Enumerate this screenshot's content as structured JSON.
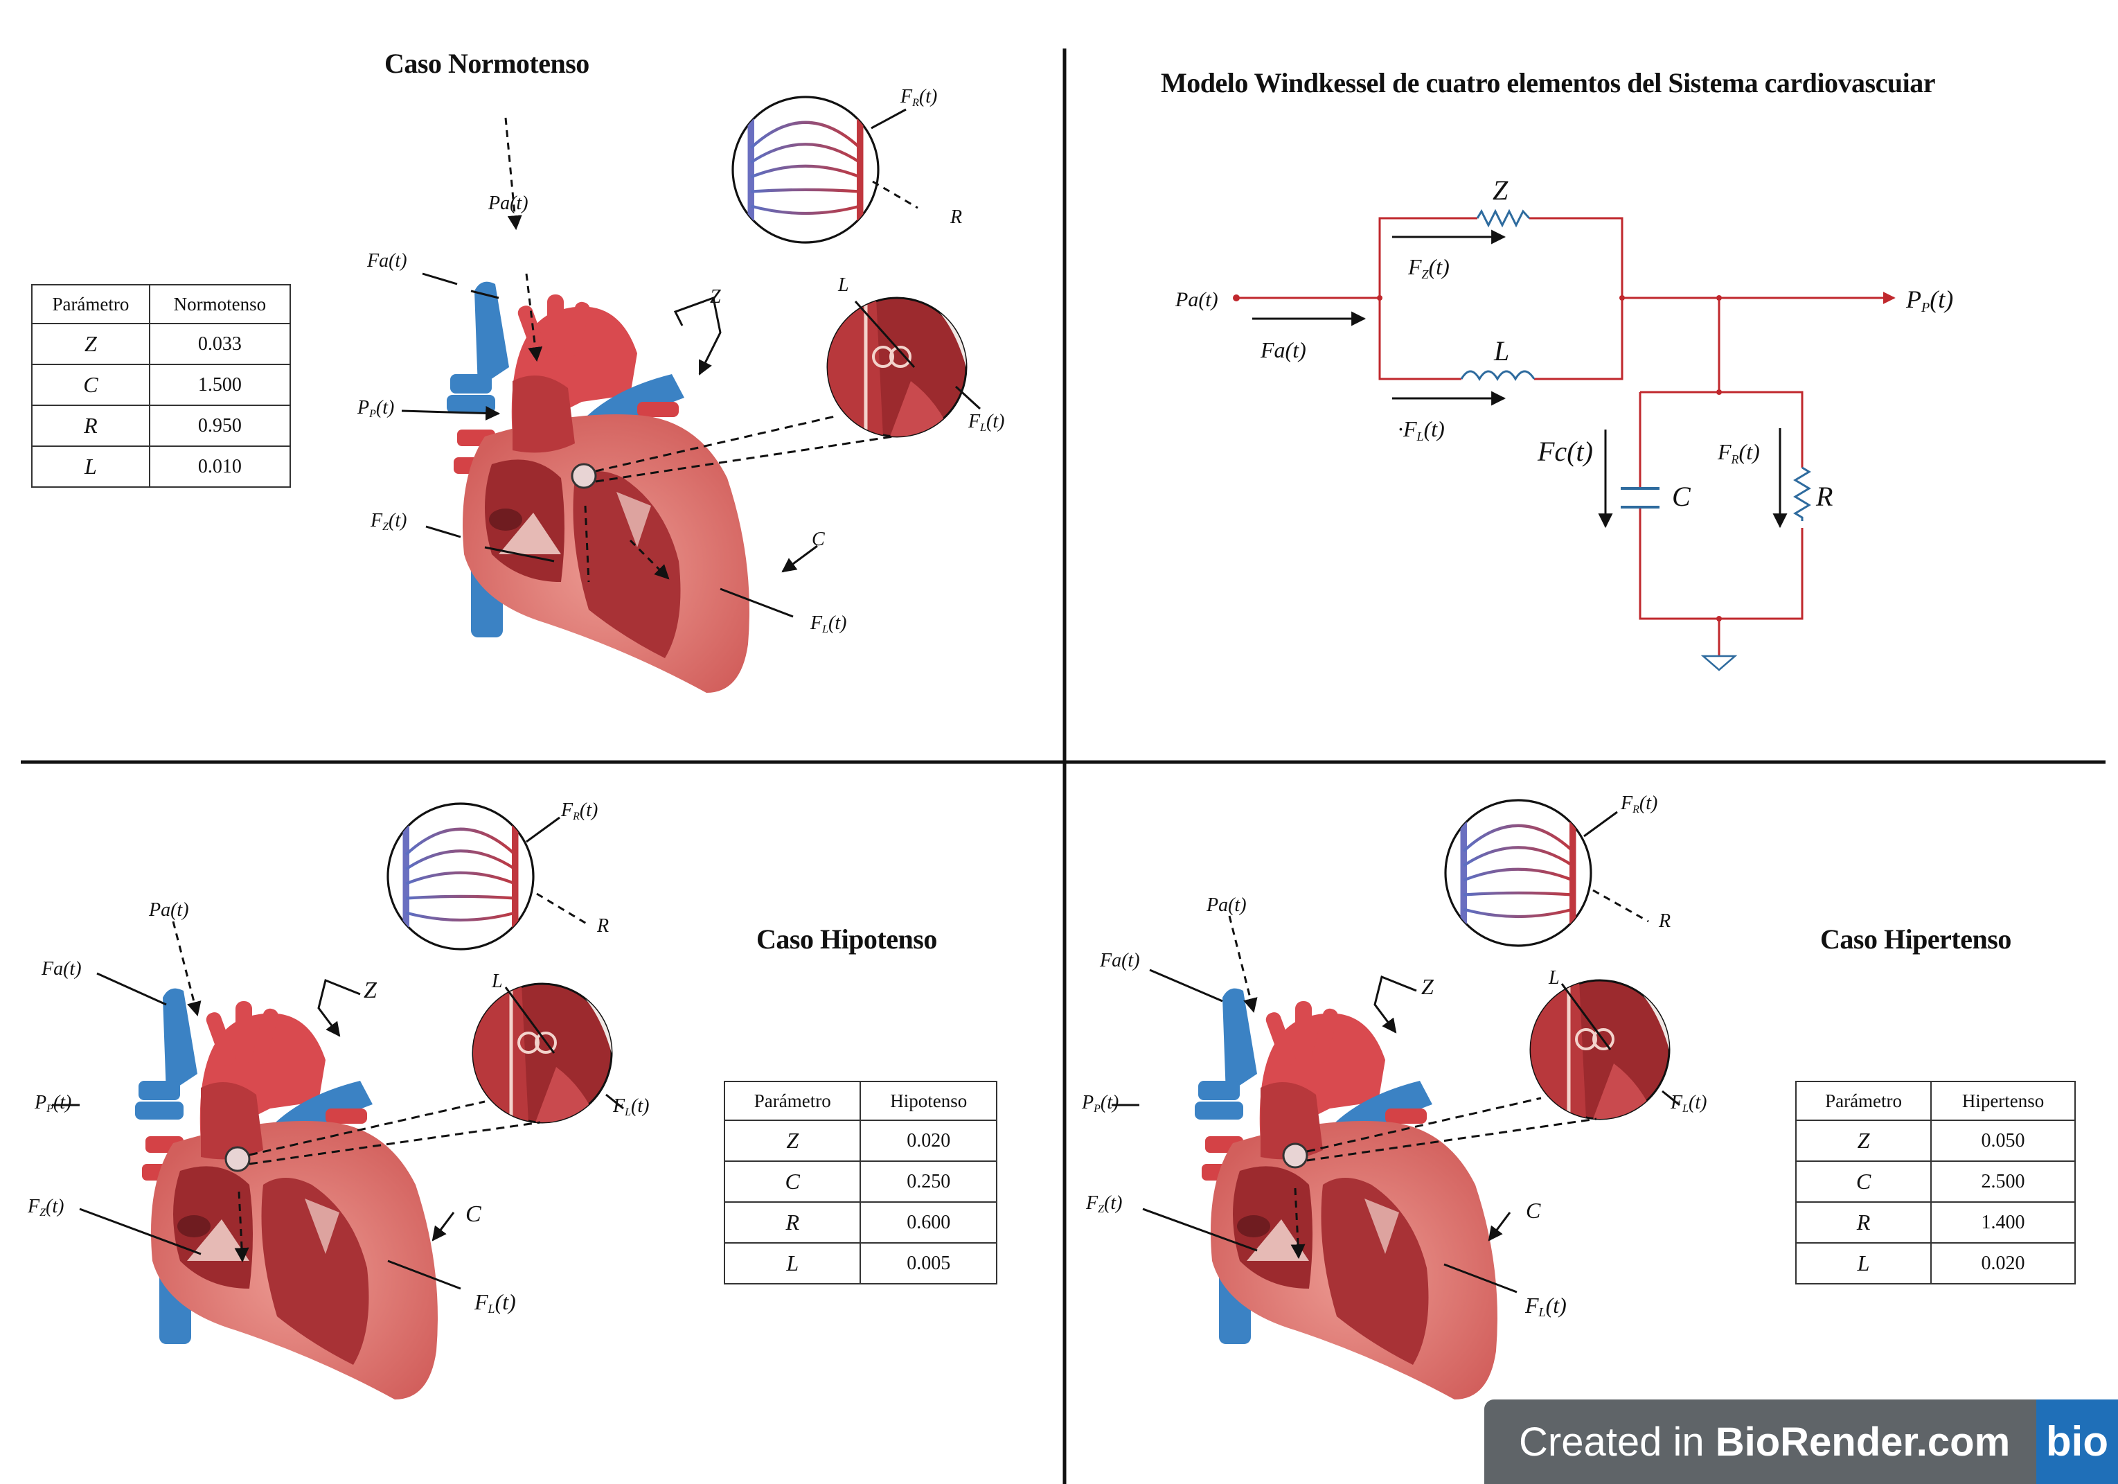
{
  "panels": {
    "normo": {
      "title": "Caso Normotenso",
      "table": {
        "header": [
          "Parámetro",
          "Normotenso"
        ],
        "rows": [
          {
            "symbol": "Z",
            "value": "0.033"
          },
          {
            "symbol": "C",
            "value": "1.500"
          },
          {
            "symbol": "R",
            "value": "0.950"
          },
          {
            "symbol": "L",
            "value": "0.010"
          }
        ]
      }
    },
    "circuit": {
      "title": "Modelo Windkessel de cuatro elementos del Sistema cardiovascuiar"
    },
    "hipo": {
      "title": "Caso Hipotenso",
      "table": {
        "header": [
          "Parámetro",
          "Hipotenso"
        ],
        "rows": [
          {
            "symbol": "Z",
            "value": "0.020"
          },
          {
            "symbol": "C",
            "value": "0.250"
          },
          {
            "symbol": "R",
            "value": "0.600"
          },
          {
            "symbol": "L",
            "value": "0.005"
          }
        ]
      }
    },
    "hiper": {
      "title": "Caso Hipertenso",
      "table": {
        "header": [
          "Parámetro",
          "Hipertenso"
        ],
        "rows": [
          {
            "symbol": "Z",
            "value": "0.050"
          },
          {
            "symbol": "C",
            "value": "2.500"
          },
          {
            "symbol": "R",
            "value": "1.400"
          },
          {
            "symbol": "L",
            "value": "0.020"
          }
        ]
      }
    }
  },
  "heart_labels": {
    "pa": "Pa(t)",
    "fa": "Fa(t)",
    "pp": "P",
    "pp_sub": "P",
    "pp_tail": "(t)",
    "fz": "F",
    "fz_sub": "Z",
    "fl": "F",
    "fl_sub": "L",
    "fr": "F",
    "fr_sub": "R",
    "t": "(t)",
    "z": "Z",
    "c": "C",
    "r": "R",
    "l": "L"
  },
  "circuit_labels": {
    "pa": "Pa(t)",
    "fa": "Fa(t)",
    "z": "Z",
    "l": "L",
    "fz": "F",
    "fz_sub": "Z",
    "fl_prefix": "·F",
    "fl_sub": "L",
    "t": "(t)",
    "fc": "Fc(t)",
    "fr": "F",
    "fr_sub": "R",
    "c": "C",
    "r": "R",
    "pp": "P",
    "pp_sub": "P",
    "pp_tail": "(t)"
  },
  "colors": {
    "wire": "#c0282d",
    "resistor": "#2e6b9e",
    "aorta_red": "#d94a4f",
    "vein_blue": "#3b82c4",
    "myocardium": "#e07e77",
    "chamber": "#9c2a2e"
  },
  "badge": {
    "prefix": "Created in ",
    "brand": "BioRender.com",
    "logo": "bio"
  }
}
